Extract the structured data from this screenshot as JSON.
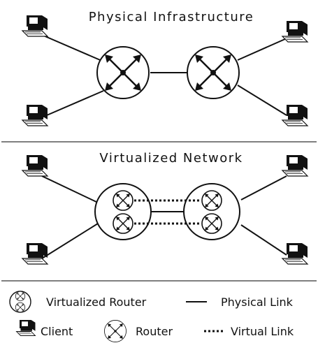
{
  "sections": {
    "physical_title": "Physical Infrastructure",
    "virtual_title": "Virtualized Network"
  },
  "legend": {
    "virtualized_router": "Virtualized Router",
    "physical_link": "Physical Link",
    "client": "Client",
    "router": "Router",
    "virtual_link": "Virtual Link"
  },
  "icons": {
    "client": "client-computer-icon",
    "router": "router-icon",
    "virtualized_router": "virtualized-router-icon"
  },
  "colors": {
    "stroke": "#111111",
    "background": "#ffffff"
  }
}
